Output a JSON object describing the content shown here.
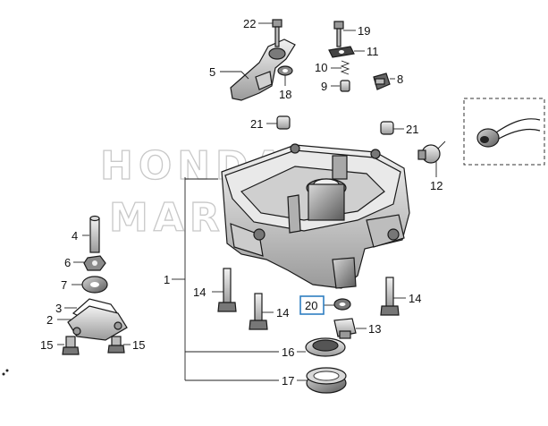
{
  "watermark": [
    "HONDA",
    "MARINE"
  ],
  "callouts": {
    "c1": "1",
    "c2": "2",
    "c3": "3",
    "c4": "4",
    "c5": "5",
    "c6": "6",
    "c7": "7",
    "c8": "8",
    "c9": "9",
    "c10": "10",
    "c11": "11",
    "c12": "12",
    "c13": "13",
    "c14a": "14",
    "c14b": "14",
    "c14c": "14",
    "c15a": "15",
    "c15b": "15",
    "c16": "16",
    "c17": "17",
    "c18": "18",
    "c19": "19",
    "c20": "20",
    "c21a": "21",
    "c21b": "21",
    "c22": "22"
  },
  "highlight": {
    "part": "20",
    "color": "#2f7fc1"
  },
  "colors": {
    "line": "#1a1a1a",
    "shade": "#bdbdbd",
    "watermark": "#c8c8c8"
  }
}
